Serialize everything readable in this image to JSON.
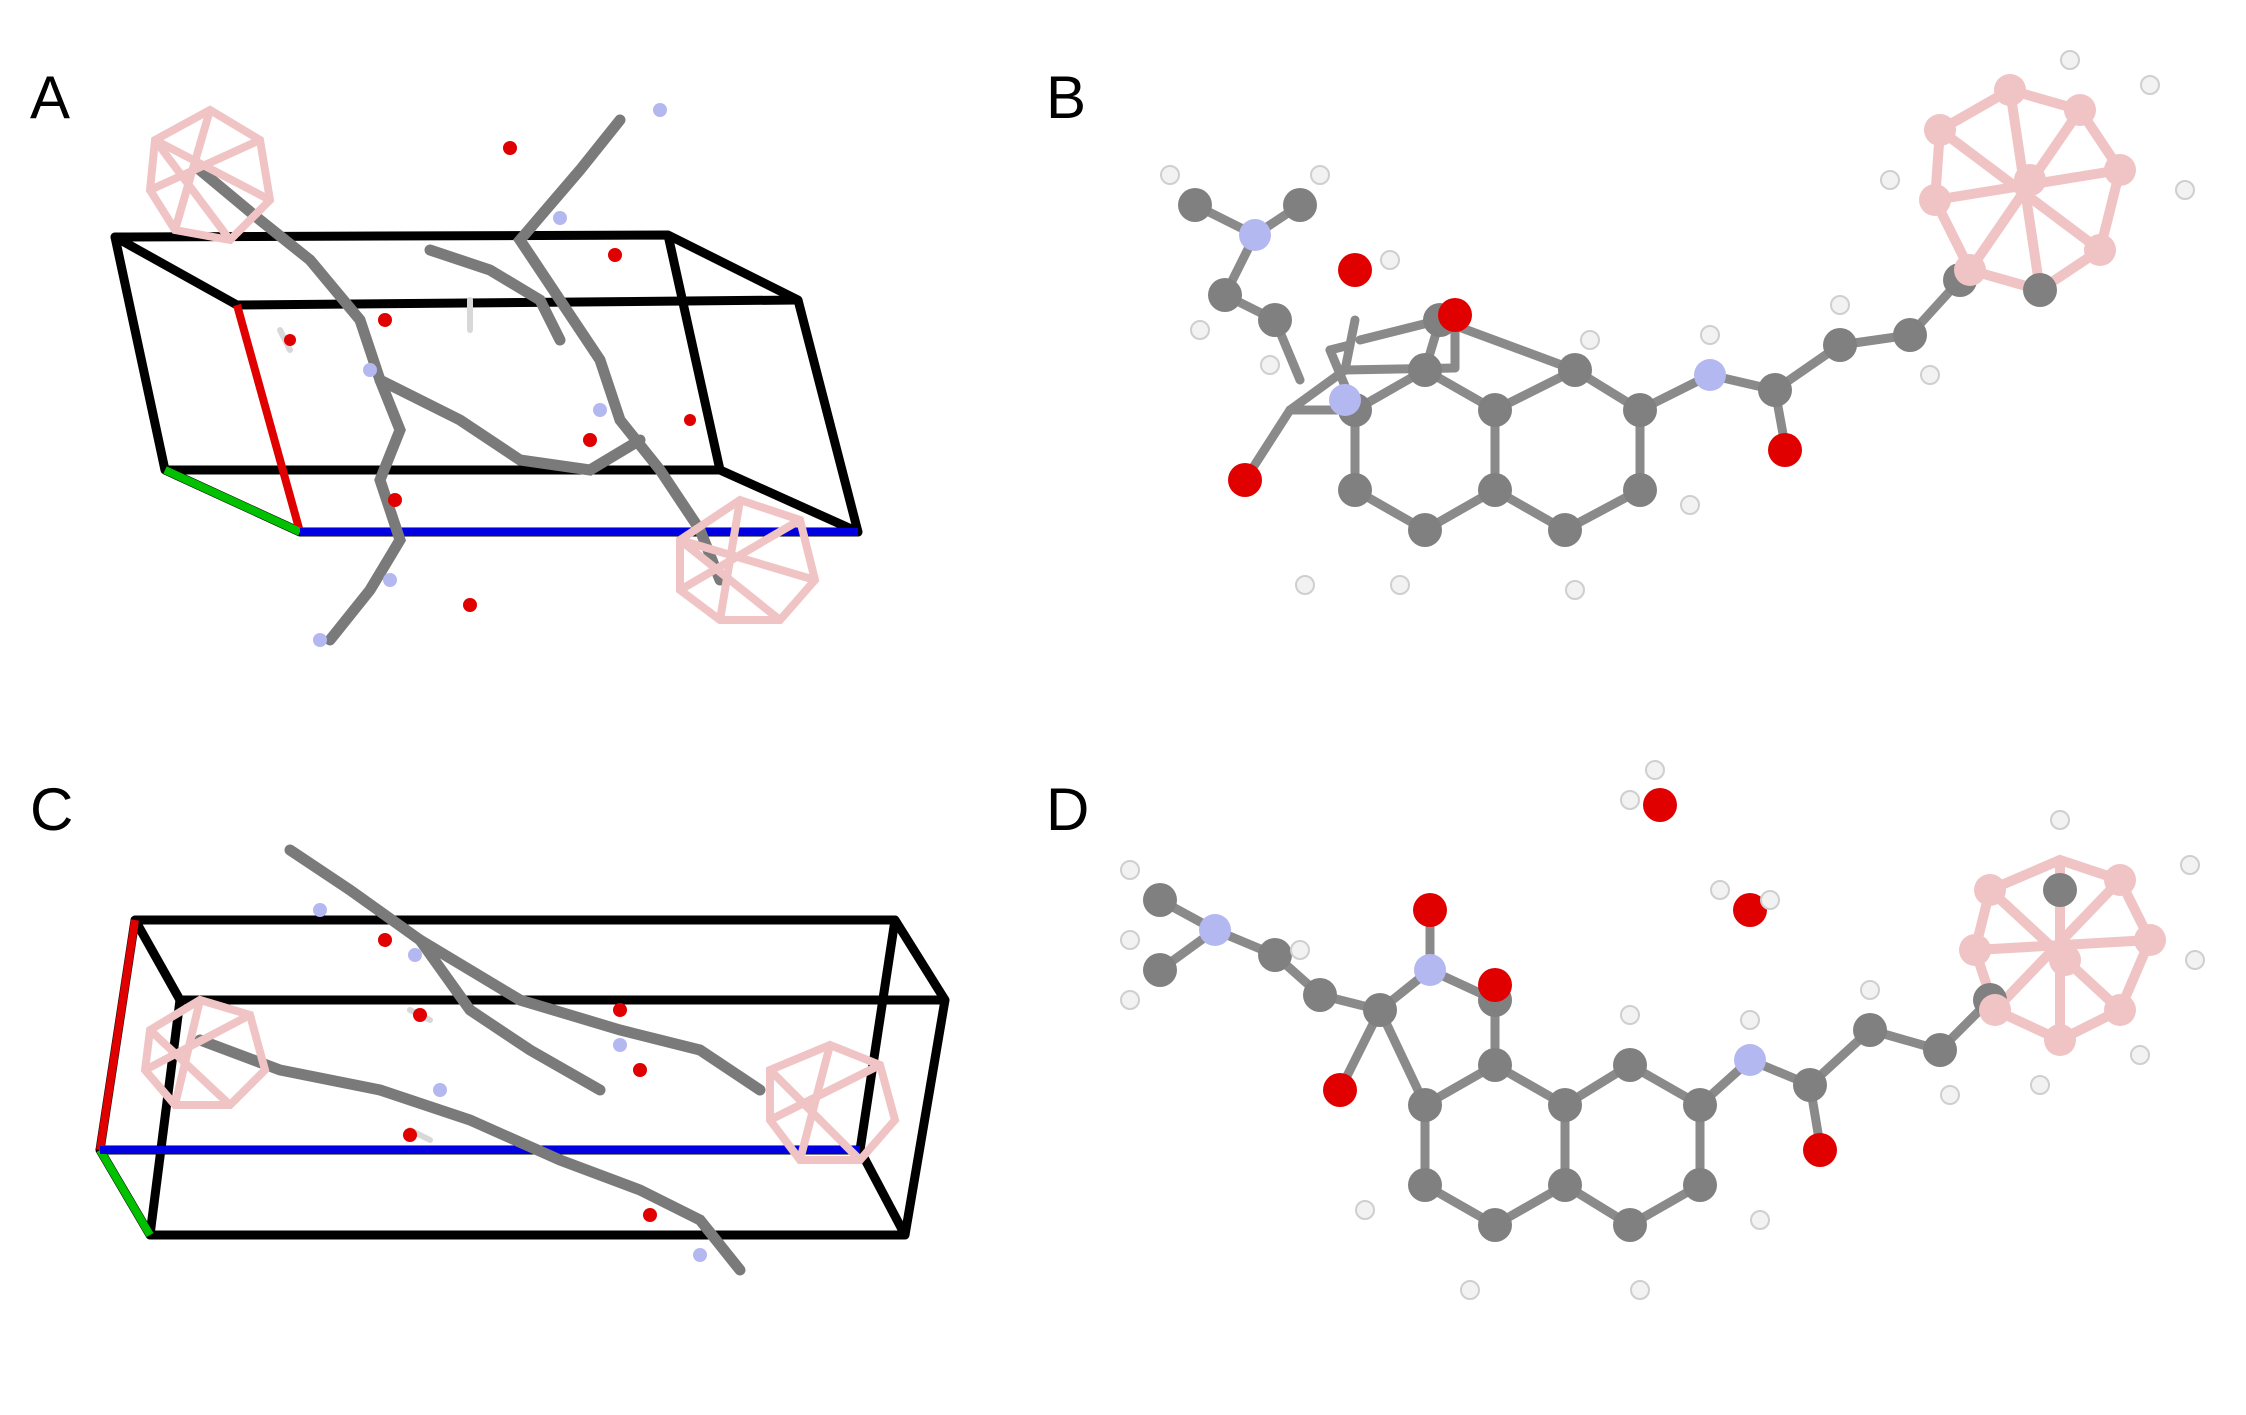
{
  "panels": [
    {
      "id": "A",
      "label": "A",
      "view": "unit-cell"
    },
    {
      "id": "B",
      "label": "B",
      "view": "molecule"
    },
    {
      "id": "C",
      "label": "C",
      "view": "unit-cell"
    },
    {
      "id": "D",
      "label": "D",
      "view": "molecule"
    }
  ],
  "colors": {
    "carbon": "#808080",
    "hydrogen": "#f2f2f2",
    "nitrogen": "#b4b8f0",
    "oxygen": "#e00000",
    "boron": "#f0c4c4",
    "cell_edge": "#000000",
    "axis_a": "#e00000",
    "axis_b": "#00c000",
    "axis_c": "#0000e0"
  }
}
